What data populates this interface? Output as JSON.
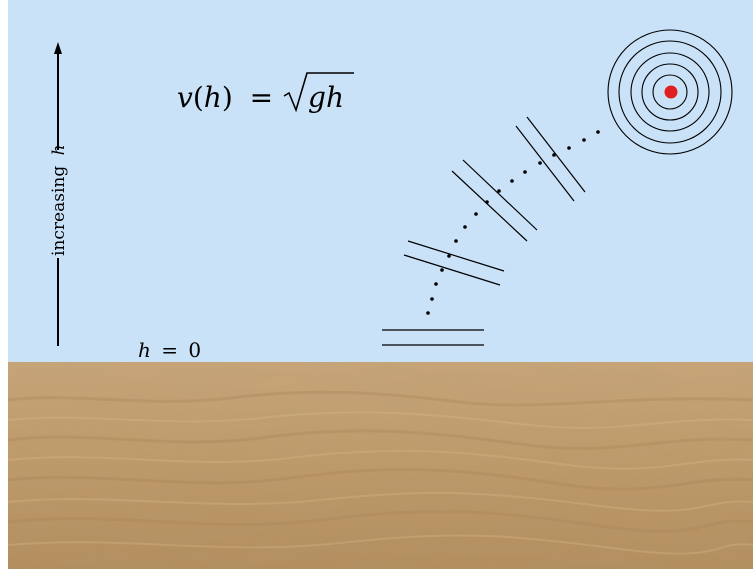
{
  "formula": {
    "lhs_fn": "v",
    "lhs_var": "h",
    "equals": "=",
    "radicand_g": "g",
    "radicand_h": "h"
  },
  "axis_label": {
    "word": "increasing",
    "var": "h"
  },
  "ground_label": {
    "var": "h",
    "equals": "=",
    "value": "0"
  },
  "colors": {
    "sky": "#c9e2f8",
    "sand": "#c09a68",
    "sand_light": "#d1ad7c",
    "sand_dark": "#a98458",
    "target_center": "#e02020",
    "ink": "#111111"
  }
}
